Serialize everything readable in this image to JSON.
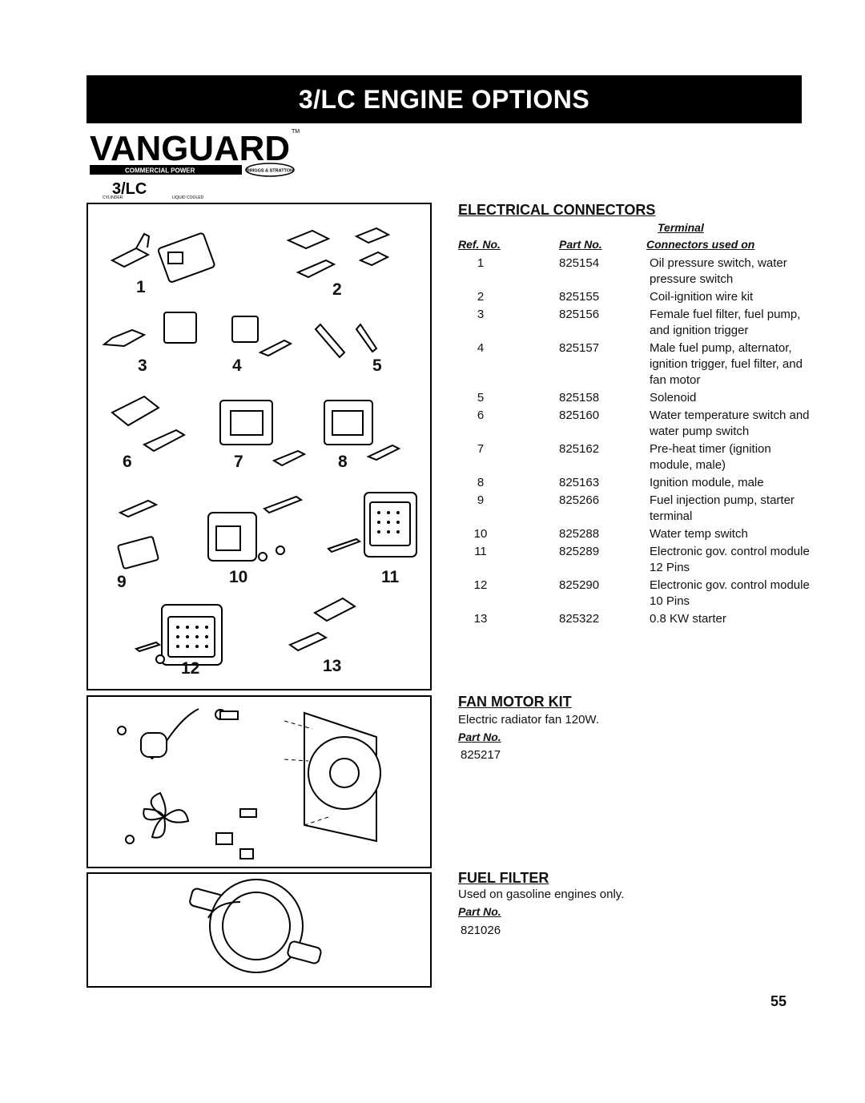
{
  "header": {
    "title": "3/LC ENGINE OPTIONS"
  },
  "logo": {
    "brand": "VANGUARD",
    "tm": "TM",
    "tagline": "COMMERCIAL POWER",
    "maker": "BRIGGS & STRATTON",
    "model": "3/LC",
    "cyl_label": "CYLINDER",
    "cool_label": "LIQUID COOLED"
  },
  "connectors_figure": {
    "labels": [
      "1",
      "2",
      "3",
      "4",
      "5",
      "6",
      "7",
      "8",
      "9",
      "10",
      "11",
      "12",
      "13"
    ]
  },
  "electrical": {
    "title": "ELECTRICAL CONNECTORS",
    "col_top": "Terminal",
    "col_ref": "Ref. No.",
    "col_part": "Part No.",
    "col_desc": "Connectors used on",
    "rows": [
      {
        "ref": "1",
        "part": "825154",
        "desc": "Oil pressure switch, water pressure switch"
      },
      {
        "ref": "2",
        "part": "825155",
        "desc": "Coil-ignition wire kit"
      },
      {
        "ref": "3",
        "part": "825156",
        "desc": "Female fuel filter, fuel pump, and ignition trigger"
      },
      {
        "ref": "4",
        "part": "825157",
        "desc": "Male fuel pump, alternator, ignition trigger, fuel filter, and fan motor"
      },
      {
        "ref": "5",
        "part": "825158",
        "desc": "Solenoid"
      },
      {
        "ref": "6",
        "part": "825160",
        "desc": "Water temperature switch and water pump switch"
      },
      {
        "ref": "7",
        "part": "825162",
        "desc": "Pre-heat timer (ignition module, male)"
      },
      {
        "ref": "8",
        "part": "825163",
        "desc": "Ignition module, male"
      },
      {
        "ref": "9",
        "part": "825266",
        "desc": "Fuel injection pump, starter terminal"
      },
      {
        "ref": "10",
        "part": "825288",
        "desc": "Water temp switch"
      },
      {
        "ref": "11",
        "part": "825289",
        "desc": "Electronic gov. control module 12 Pins"
      },
      {
        "ref": "12",
        "part": "825290",
        "desc": "Electronic gov. control module 10 Pins"
      },
      {
        "ref": "13",
        "part": "825322",
        "desc": "0.8 KW starter"
      }
    ]
  },
  "fan_motor": {
    "title": "FAN MOTOR KIT",
    "desc": "Electric radiator fan 120W.",
    "part_label": "Part No.",
    "part": "825217"
  },
  "fuel_filter": {
    "title": "FUEL FILTER",
    "desc": "Used on gasoline engines only.",
    "part_label": "Part No.",
    "part": "821026"
  },
  "page_number": "55"
}
